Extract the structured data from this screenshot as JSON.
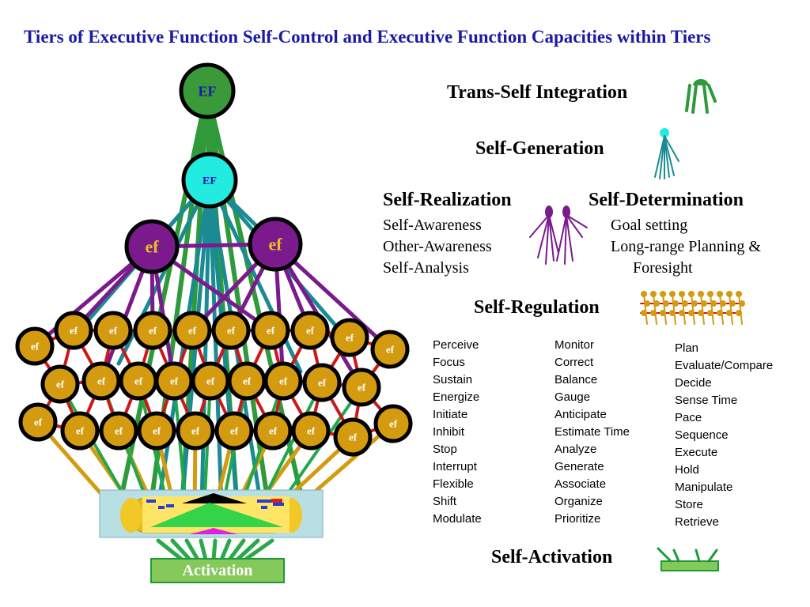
{
  "title": "Tiers of Executive Function Self-Control and Executive Function Capacities within Tiers",
  "colors": {
    "title": "#1a1aa6",
    "trans_self": "#2e9a3a",
    "self_generation": "#1fe3d6",
    "self_realization": "#7a1a8c",
    "self_regulation": "#d49a10",
    "self_activation": "#84c95a"
  },
  "pyramid": {
    "top_node_label": "EF",
    "second_node_label": "EF",
    "third_tier_labels": [
      "ef",
      "ef"
    ],
    "small_node_label": "ef",
    "activation_label": "Activation"
  },
  "tiers": {
    "trans_self": "Trans-Self Integration",
    "self_generation": "Self-Generation",
    "self_realization": {
      "heading": "Self-Realization",
      "items": [
        "Self-Awareness",
        "Other-Awareness",
        "Self-Analysis"
      ]
    },
    "self_determination": {
      "heading": "Self-Determination",
      "items": [
        "Goal setting",
        "Long-range Planning &",
        "Foresight"
      ]
    },
    "self_regulation": "Self-Regulation",
    "self_activation": "Self-Activation"
  },
  "capacities": {
    "column1": [
      "Perceive",
      "Focus",
      "Sustain",
      "Energize",
      "Initiate",
      "Inhibit",
      "Stop",
      "Interrupt",
      "Flexible",
      "Shift",
      "Modulate"
    ],
    "column2": [
      "Monitor",
      "Correct",
      "Balance",
      "Gauge",
      "Anticipate",
      "Estimate Time",
      "Analyze",
      "Generate",
      "Associate",
      "Organize",
      "Prioritize"
    ],
    "column3": [
      "Plan",
      "Evaluate/Compare",
      "Decide",
      "Sense Time",
      "Pace",
      "Sequence",
      "Execute",
      "Hold",
      "Manipulate",
      "Store",
      "Retrieve"
    ]
  },
  "icons": {
    "trans_self": "green-spider-icon",
    "self_generation": "cyan-jellyfish-icon",
    "self_realization": "purple-twin-node-icon",
    "self_regulation": "gold-node-grid-icon",
    "self_activation": "green-tray-icon"
  }
}
